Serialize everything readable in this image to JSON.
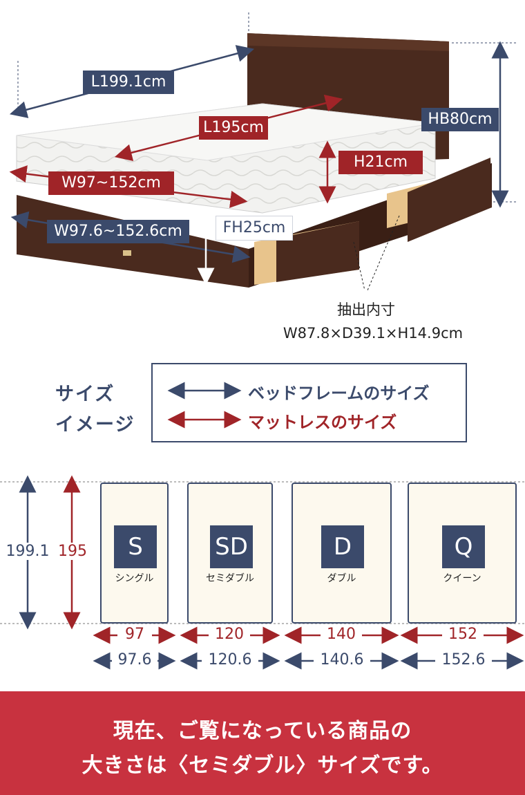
{
  "top_labels": {
    "bed_length": "L199.1cm",
    "mattress_length": "L195cm",
    "headboard": "HB80cm",
    "mattress_height": "H21cm",
    "mattress_width": "W97~152cm",
    "frame_width": "W97.6~152.6cm",
    "frame_height": "FH25cm"
  },
  "drawer": {
    "title": "抽出内寸",
    "dims": "W87.8×D39.1×H14.9cm"
  },
  "legend": {
    "title_line1": "サイズ",
    "title_line2": "イメージ",
    "frame_text": "ベッドフレームのサイズ",
    "mattress_text": "マットレスのサイズ"
  },
  "sizes": {
    "frame_length": "199.1",
    "mattress_length": "195",
    "items": [
      {
        "code": "S",
        "name": "シングル",
        "mattress_width": "97",
        "frame_width": "97.6"
      },
      {
        "code": "SD",
        "name": "セミダブル",
        "mattress_width": "120",
        "frame_width": "120.6"
      },
      {
        "code": "D",
        "name": "ダブル",
        "mattress_width": "140",
        "frame_width": "140.6"
      },
      {
        "code": "Q",
        "name": "クイーン",
        "mattress_width": "152",
        "frame_width": "152.6"
      }
    ]
  },
  "banner": {
    "line1": "現在、ご覧になっている商品の",
    "line2": "大きさは〈セミダブル〉サイズです。"
  },
  "colors": {
    "navy": "#3b4a6b",
    "red": "#a02428",
    "banner": "#c8323f",
    "wood": "#4a2a1e"
  }
}
